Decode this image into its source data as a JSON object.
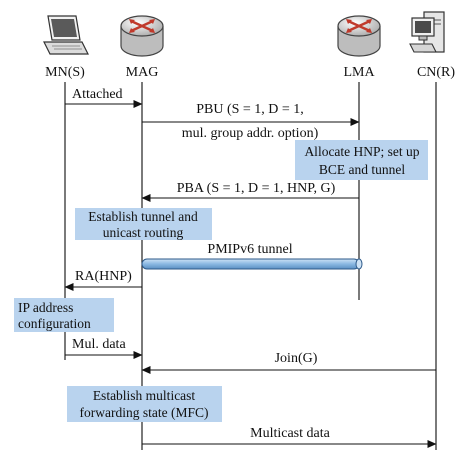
{
  "colors": {
    "lifeline": "#222222",
    "arrow": "#111111",
    "highlight": "#b9d3ee",
    "tunnel_fill": "#9cc3e6",
    "tunnel_stroke": "#2d5a8a",
    "router_body": "#d9d9d9",
    "router_arrow": "#c0392b"
  },
  "entities": {
    "mn": {
      "label": "MN(S)",
      "icon": "laptop-icon"
    },
    "mag": {
      "label": "MAG",
      "icon": "router-icon"
    },
    "lma": {
      "label": "LMA",
      "icon": "router-icon"
    },
    "cn": {
      "label": "CN(R)",
      "icon": "desktop-computer-icon"
    }
  },
  "messages": {
    "attached": "Attached",
    "pbu_line1": "PBU (S = 1, D = 1,",
    "pbu_line2": "mul. group addr. option)",
    "pba": "PBA (S = 1, D = 1, HNP, G)",
    "pmip_tunnel": "PMIPv6 tunnel",
    "ra": "RA(HNP)",
    "mul_data": "Mul. data",
    "join": "Join(G)",
    "multicast_data": "Multicast data"
  },
  "boxes": {
    "allocate_line1": "Allocate HNP; set up",
    "allocate_line2": "BCE and tunnel",
    "establish_tunnel_line1": "Establish tunnel and",
    "establish_tunnel_line2": "unicast routing",
    "ip_config_line1": "IP address",
    "ip_config_line2": "configuration",
    "multicast_state_line1": "Establish multicast",
    "multicast_state_line2": "forwarding state (MFC)"
  }
}
